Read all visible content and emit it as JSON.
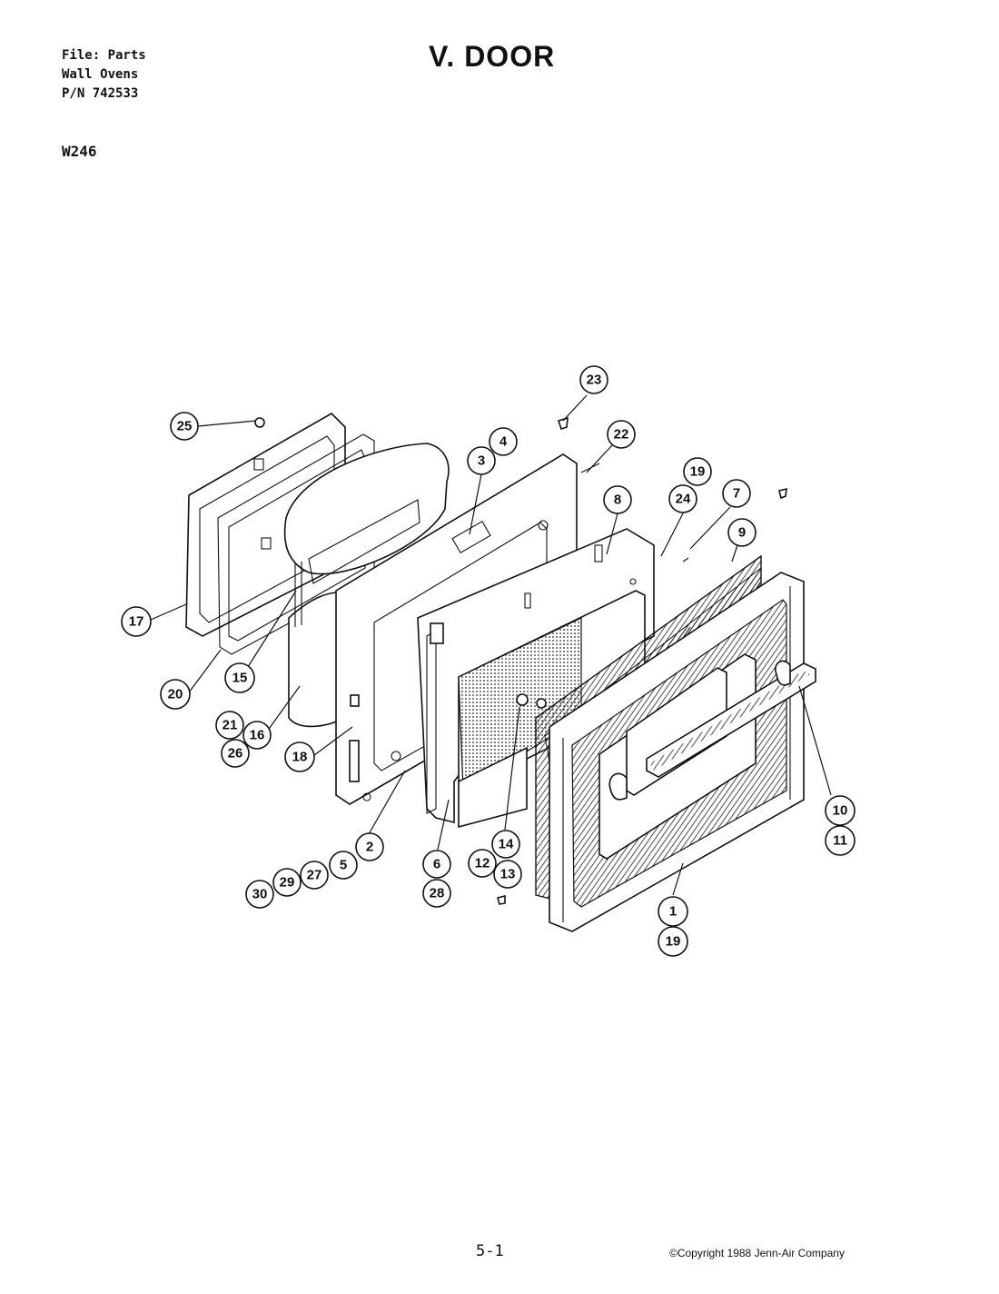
{
  "header": {
    "file_lines": [
      "File: Parts",
      "Wall Ovens",
      "P/N 742533"
    ],
    "model": "W246",
    "title": "V. DOOR"
  },
  "footer": {
    "page_number": "5-1",
    "copyright": "©Copyright 1988 Jenn-Air Company"
  },
  "callouts": [
    "1",
    "2",
    "3",
    "4",
    "5",
    "6",
    "7",
    "8",
    "9",
    "10",
    "11",
    "12",
    "13",
    "14",
    "15",
    "16",
    "17",
    "18",
    "19",
    "19",
    "19",
    "20",
    "21",
    "22",
    "23",
    "24",
    "25",
    "26",
    "27",
    "28",
    "29",
    "30"
  ]
}
